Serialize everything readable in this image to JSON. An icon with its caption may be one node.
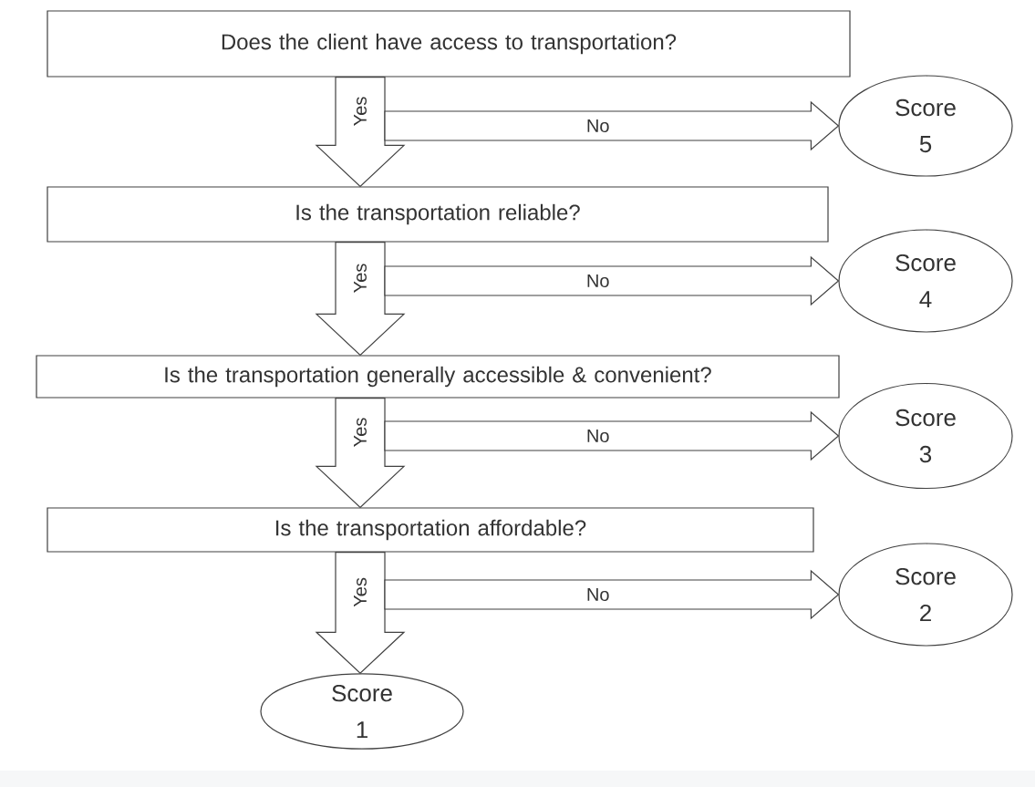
{
  "diagram": {
    "nodes": [
      {
        "text": [
          "Does the client have access to transportation?"
        ]
      },
      {
        "text": [
          "Score 5"
        ]
      },
      {
        "text": [
          "Is the transportation reliable?"
        ]
      },
      {
        "text": [
          "Score 4"
        ]
      },
      {
        "text": [
          "Is the transportation generally accessible & convenient?"
        ]
      },
      {
        "text": [
          "Score 3"
        ]
      },
      {
        "text": [
          "Is the transportation affordable?"
        ]
      },
      {
        "text": [
          "Score 2"
        ]
      },
      {
        "text": [
          "Score 1"
        ]
      }
    ],
    "edges": [
      {
        "from": 0,
        "to": 2,
        "arrow": "to",
        "label": "Yes"
      },
      {
        "from": null,
        "to": 1,
        "arrow": "to",
        "label": "No"
      },
      {
        "from": 2,
        "to": 4,
        "arrow": "to",
        "label": "Yes"
      },
      {
        "from": null,
        "to": 3,
        "arrow": "to",
        "label": "No"
      },
      {
        "from": 4,
        "to": 6,
        "arrow": "to",
        "label": "Yes"
      },
      {
        "from": null,
        "to": 5,
        "arrow": "to",
        "label": "No"
      },
      {
        "from": 6,
        "to": 8,
        "arrow": "to",
        "label": "Yes"
      },
      {
        "from": null,
        "to": 7,
        "arrow": "to",
        "label": "No"
      }
    ]
  }
}
